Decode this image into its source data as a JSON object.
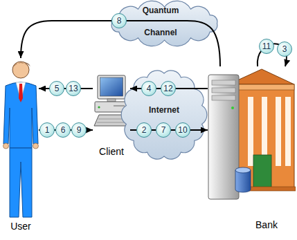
{
  "diagram": {
    "nodes": [
      {
        "text": [
          "Quantum Channel"
        ]
      },
      {
        "text": [
          "8"
        ],
        "in": 0
      },
      {
        "text": [
          "11"
        ]
      },
      {
        "text": [
          "3"
        ]
      },
      {
        "text": [
          "User"
        ]
      },
      {
        "text": [
          "5"
        ]
      },
      {
        "text": [
          "13"
        ]
      },
      {
        "text": [
          "Client"
        ]
      },
      {
        "text": [
          "Internet"
        ]
      },
      {
        "text": [
          "4"
        ],
        "in": 8
      },
      {
        "text": [
          "12"
        ],
        "in": 8
      },
      {
        "text": [
          "2"
        ],
        "in": 8
      },
      {
        "text": [
          "7"
        ],
        "in": 8
      },
      {
        "text": [
          "10"
        ],
        "in": 8
      },
      {
        "text": [
          "Bank"
        ]
      },
      {
        "text": [
          "1"
        ]
      },
      {
        "text": [
          "6"
        ]
      },
      {
        "text": [
          "9"
        ]
      }
    ],
    "edges": [
      {
        "from": 14,
        "to": 4,
        "arrow": "to"
      },
      {
        "from": 14,
        "to": 14,
        "arrow": "to"
      },
      {
        "from": 7,
        "to": 4,
        "arrow": "to"
      },
      {
        "from": 14,
        "to": 7,
        "arrow": "to"
      },
      {
        "from": 4,
        "to": 7,
        "arrow": "to"
      },
      {
        "from": 7,
        "to": 14,
        "arrow": "to"
      }
    ]
  }
}
